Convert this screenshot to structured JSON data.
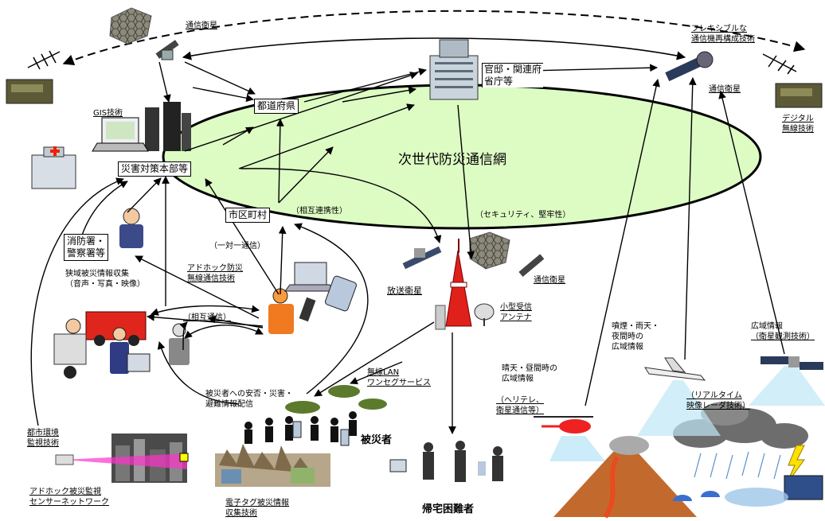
{
  "title": "次世代防災通信網",
  "colors": {
    "network_fill": "#ddfcc4",
    "network_stroke": "#000000",
    "sensor_beam": "#ff33cc",
    "radar_beam": "#bfe7f7",
    "tower": "#e0201a"
  },
  "labels": {
    "sat_top": "通信衛星",
    "gis": "GIS技術",
    "flexible_1": "フレキシブルな",
    "flexible_2": "通信機再構成技術",
    "sat_right": "通信衛星",
    "digital_1": "デジタル",
    "digital_2": "無線技術",
    "kantei_1": "官邸・関連府",
    "kantei_2": "省庁等",
    "todofuken": "都道府県",
    "saigai_honbu": "災害対策本部等",
    "shikuchoson": "市区町村",
    "shobo_1": "消防署・",
    "shobo_2": "警察署等",
    "sogo_renkei": "（相互連携性）",
    "security": "（セキュリティ、堅牢性）",
    "ittai": "（一対一通信）",
    "kyoiki_1": "狭域被災情報収集",
    "kyoiki_2": "（音声・写真・映像）",
    "adhoc_1": "アドホック防災",
    "adhoc_2": "無線通信技術",
    "sogo_tsushin": "（相互通信）",
    "housou": "放送衛星",
    "sat_mid": "通信衛星",
    "antenna_1": "小型受信",
    "antenna_2": "アンテナ",
    "wireless_1": "無線LAN",
    "wireless_2": "ワンセグサービス",
    "hisaisha_info_1": "被災者への安否・災害・",
    "hisaisha_info_2": "避難情報配信",
    "hisaisha": "被災者",
    "toshi_1": "都市環境",
    "toshi_2": "監視技術",
    "sensor_1": "アドホック被災監視",
    "sensor_2": "センサーネットワーク",
    "tag_1": "電子タグ被災情報",
    "tag_2": "収集技術",
    "kitaku": "帰宅困難者",
    "seiten_1": "晴天・昼間時の",
    "seiten_2": "広域情報",
    "heli_1": "（ヘリテレ、",
    "heli_2": "衛星通信等）",
    "funen_1": "噴煙・雨天・",
    "funen_2": "夜間時の",
    "funen_3": "広域情報",
    "realtime_1": "（リアルタイム",
    "realtime_2": "映像レーダ技術）",
    "koiki_1": "広域情報",
    "koiki_2": "（衛星観測技術）"
  }
}
